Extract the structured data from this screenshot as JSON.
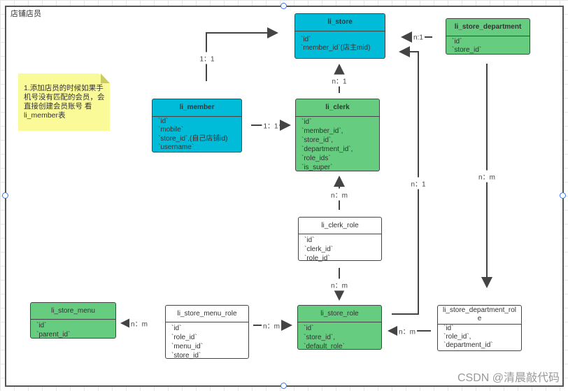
{
  "frame": {
    "title": "店铺店员"
  },
  "note": {
    "text": "1.添加店员的时候如果手机号没有匹配的会员，会直接创建会员账号  看li_member表"
  },
  "colors": {
    "cyan": "#00bcd9",
    "green": "#66cc7f",
    "note": "#fafa99"
  },
  "entities": {
    "li_store": {
      "name": "li_store",
      "fields": "`id`\n`member_id`(店主mid)"
    },
    "li_store_department": {
      "name": "li_store_department",
      "fields": "`id`\n`store_id`"
    },
    "li_member": {
      "name": "li_member",
      "fields": "`id`\n`mobile`\n`store_id`,(自己店铺id)\n`username`"
    },
    "li_clerk": {
      "name": "li_clerk",
      "fields": "`id`\n`member_id`,\n`store_id`,\n`department_id`,\n`role_ids`\n`is_super`"
    },
    "li_clerk_role": {
      "name": "li_clerk_role",
      "fields": "`id`\n`clerk_id`\n`role_id`"
    },
    "li_store_menu": {
      "name": "li_store_menu",
      "fields": "`id`\n`parent_id`"
    },
    "li_store_menu_role": {
      "name": "li_store_menu_role",
      "fields": "`id`\n`role_id`\n`menu_id`\n`store_id`"
    },
    "li_store_role": {
      "name": "li_store_role",
      "fields": "`id`\n`store_id`,\n`default_role`"
    },
    "li_store_department_role": {
      "name": "li_store_department_role",
      "fields": "`id`\n`role_id`,\n`department_id`"
    }
  },
  "relations": {
    "member_store": "1：1",
    "member_clerk": "1：1",
    "clerk_store": "n：1",
    "department_store": "n:1",
    "store_role_store": "n：1",
    "department_department_role": "n：m",
    "clerk_role_clerk": "n：m",
    "clerk_role_store_role": "n：m",
    "menu_role_menu": "n：m",
    "menu_role_store_role": "n：m",
    "department_role_store_role": "n：m"
  },
  "watermark": "CSDN @清晨敲代码"
}
